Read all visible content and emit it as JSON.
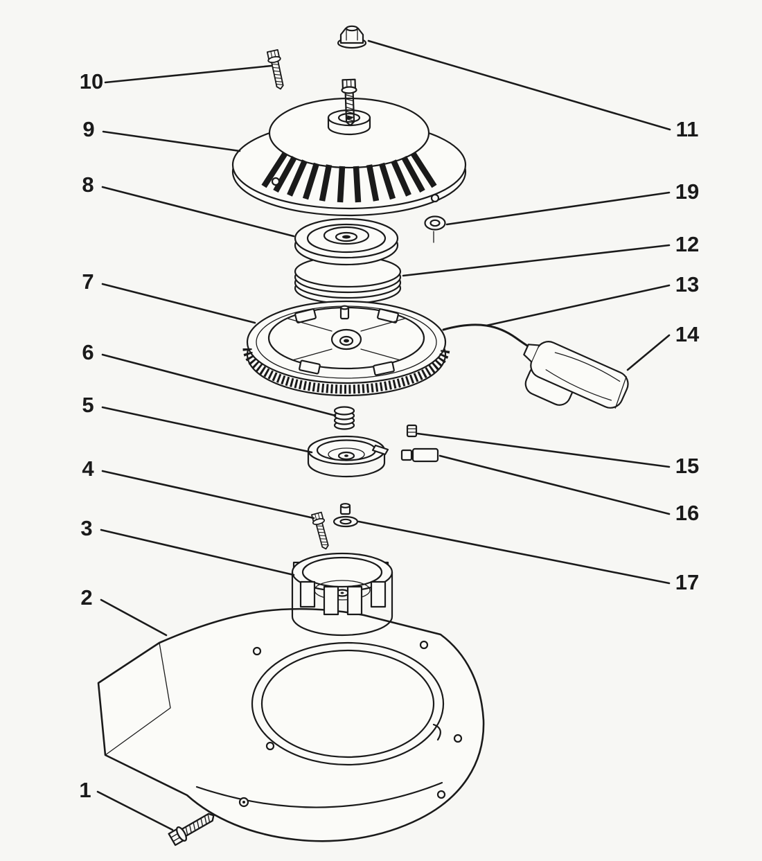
{
  "colors": {
    "background": "#f7f7f4",
    "line": "#1a1a1a"
  },
  "callouts": {
    "c1": "1",
    "c2": "2",
    "c3": "3",
    "c4": "4",
    "c5": "5",
    "c6": "6",
    "c7": "7",
    "c8": "8",
    "c9": "9",
    "c10": "10",
    "c11": "11",
    "c12": "12",
    "c13": "13",
    "c14": "14",
    "c15": "15",
    "c16": "16",
    "c17": "17",
    "c19": "19"
  }
}
